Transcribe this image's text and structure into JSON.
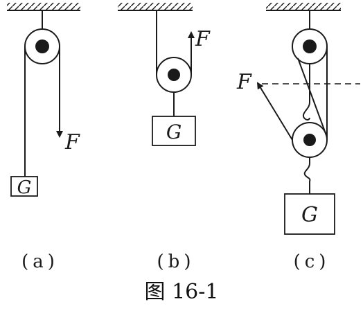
{
  "figure": {
    "caption": "图 16-1",
    "panels": [
      {
        "id": "a",
        "label": "(a)",
        "force_label": "F",
        "load_label": "G"
      },
      {
        "id": "b",
        "label": "(b)",
        "force_label": "F",
        "load_label": "G"
      },
      {
        "id": "c",
        "label": "(c)",
        "force_label": "F",
        "load_label": "G"
      }
    ]
  },
  "colors": {
    "ink": "#1a1a1a",
    "background": "#ffffff"
  }
}
